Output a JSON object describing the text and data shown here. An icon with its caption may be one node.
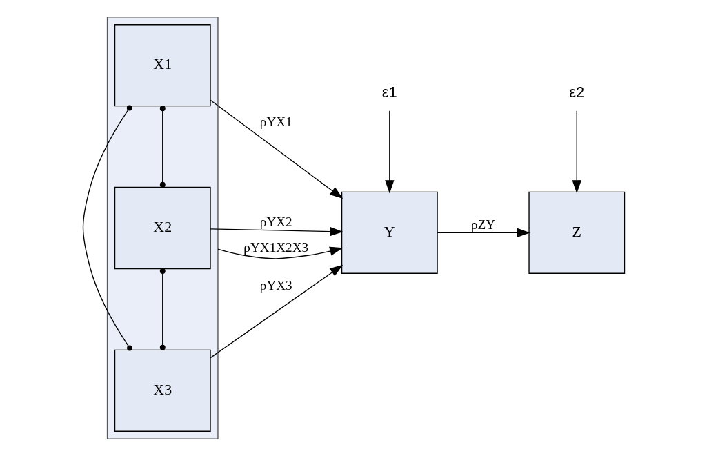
{
  "diagram": {
    "nodes": [
      {
        "text": [],
        "shape": "box"
      },
      {
        "text": [
          "X1"
        ],
        "in": 0
      },
      {
        "text": [
          "X2"
        ],
        "in": 0
      },
      {
        "text": [
          "X3"
        ],
        "in": 0
      },
      {
        "text": [
          "Y"
        ]
      },
      {
        "text": [
          "Z"
        ]
      },
      {
        "text": [
          "ε1"
        ]
      },
      {
        "text": [
          "ε2"
        ]
      }
    ],
    "edges": [
      {
        "from": 1,
        "to": 2,
        "arrow": "other"
      },
      {
        "from": 2,
        "to": 3,
        "arrow": "other"
      },
      {
        "from": 1,
        "to": 3,
        "arrow": "other"
      },
      {
        "from": 1,
        "to": 4,
        "label": "ρYX1",
        "arrow": "to"
      },
      {
        "from": 2,
        "to": 4,
        "label": "ρYX2",
        "arrow": "to"
      },
      {
        "from": 3,
        "to": 4,
        "label": "ρYX3",
        "arrow": "to"
      },
      {
        "from": 0,
        "to": 4,
        "label": "ρYX1X2X3",
        "arrow": "to"
      },
      {
        "from": 6,
        "to": 4,
        "arrow": "to"
      },
      {
        "from": 4,
        "to": 5,
        "label": "ρZY",
        "arrow": "to"
      },
      {
        "from": 7,
        "to": 5,
        "arrow": "to"
      }
    ]
  }
}
